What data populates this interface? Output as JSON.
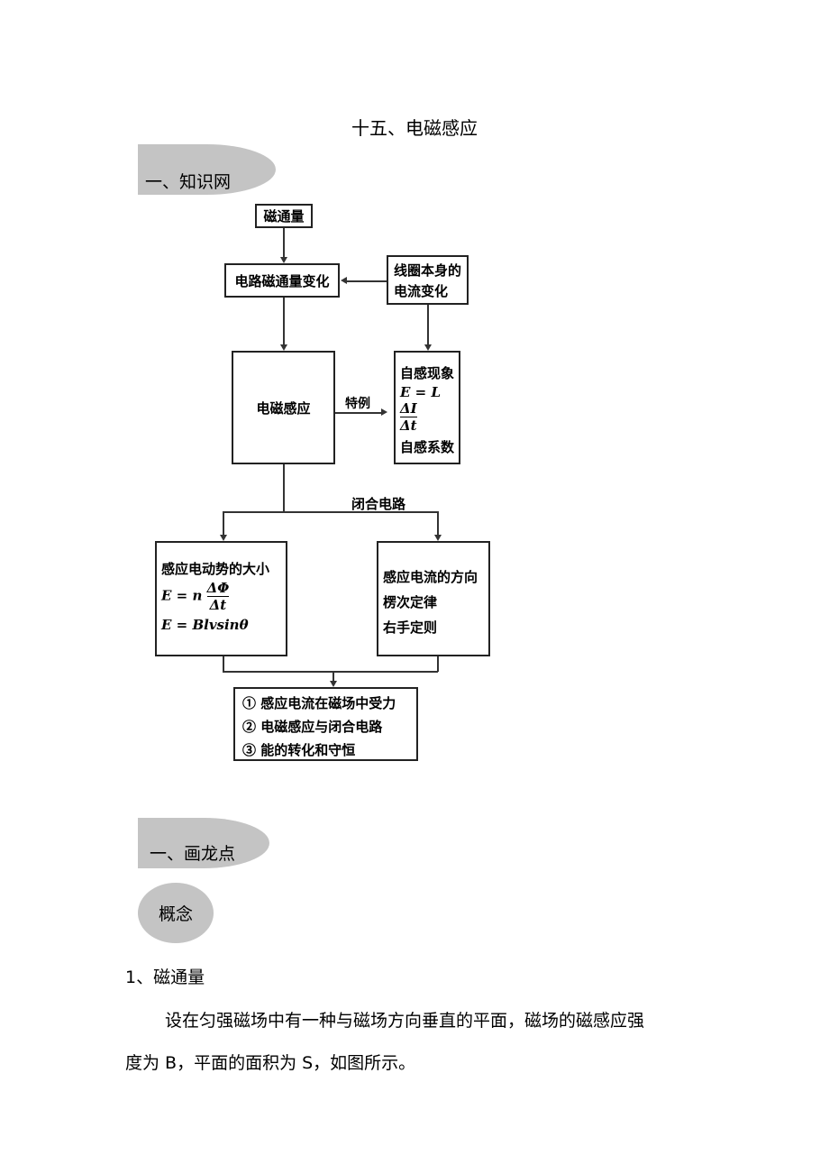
{
  "title": "十五、电磁感应",
  "section1": "一、知识网",
  "section2": "一、画龙点",
  "section3": "概念",
  "diagram": {
    "magnetic_flux": "磁通量",
    "flux_change": "电路磁通量变化",
    "coil_current_line1": "线圈本身的",
    "coil_current_line2": "电流变化",
    "em_induction": "电磁感应",
    "special_case": "特例",
    "self_induction": "自感现象",
    "self_formula_lhs": "E = L",
    "self_formula_num": "ΔI",
    "self_formula_den": "Δt",
    "self_coef": "自感系数",
    "closed_circuit": "闭合电路",
    "emf_title": "感应电动势的大小",
    "emf_formula_lhs": "E = n",
    "emf_formula_num": "ΔΦ",
    "emf_formula_den": "Δt",
    "emf_formula2": "E = Blvsinθ",
    "dir_title": "感应电流的方向",
    "lenz": "楞次定律",
    "right_hand": "右手定则",
    "item1": "① 感应电流在磁场中受力",
    "item2": "② 电磁感应与闭合电路",
    "item3": "③ 能的转化和守恒"
  },
  "subheading": "1、磁通量",
  "paragraph_line1": "设在匀强磁场中有一种与磁场方向垂直的平面，磁场的磁感应强",
  "paragraph_line2": "度为 B，平面的面积为 S，如图所示。"
}
